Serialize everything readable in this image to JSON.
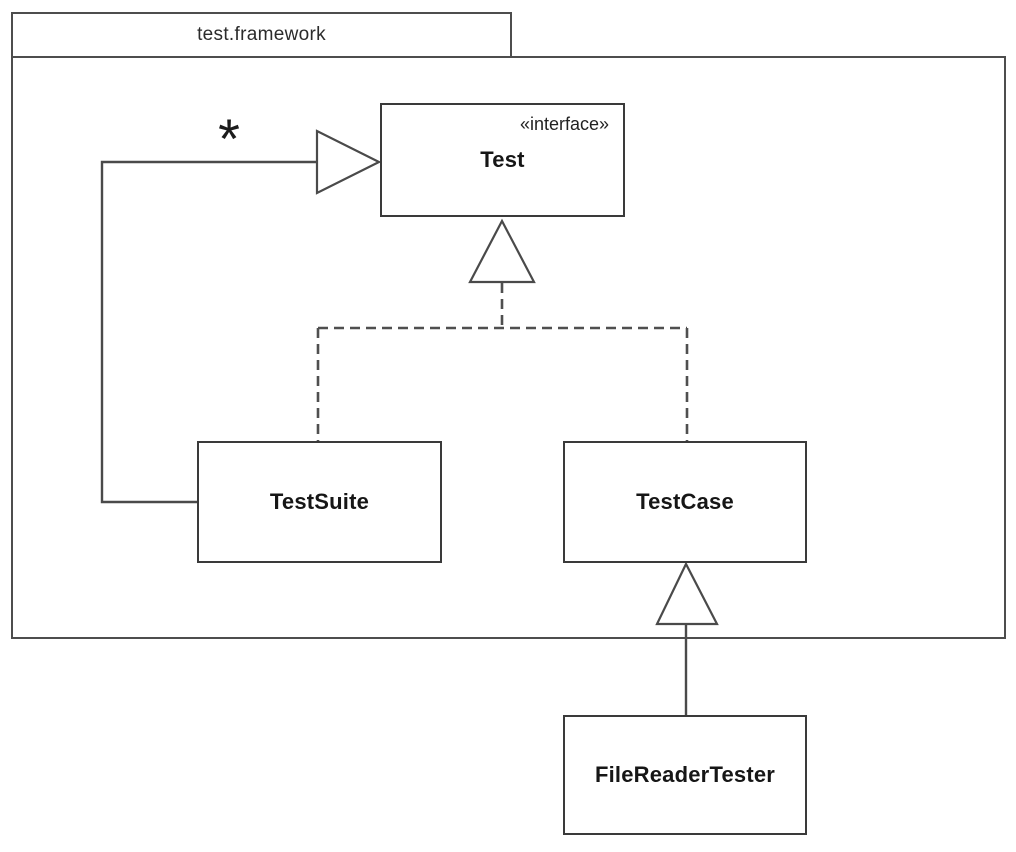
{
  "diagram": {
    "type": "uml-class-diagram",
    "package": {
      "name": "test.framework"
    },
    "nodes": {
      "test": {
        "stereotype": "«interface»",
        "name": "Test"
      },
      "testsuite": {
        "name": "TestSuite"
      },
      "testcase": {
        "name": "TestCase"
      },
      "filereadertester": {
        "name": "FileReaderTester"
      }
    },
    "edges": {
      "testsuite_to_test": {
        "kind": "association-with-open-triangle",
        "multiplicity": "*"
      },
      "testsuite_testcase_to_test": {
        "kind": "realization-dashed"
      },
      "filereadertester_to_testcase": {
        "kind": "generalization-solid"
      }
    },
    "colors": {
      "background": "#ffffff",
      "line": "#4a4a4a",
      "box_border": "#3a3a3a",
      "text": "#161616"
    }
  }
}
